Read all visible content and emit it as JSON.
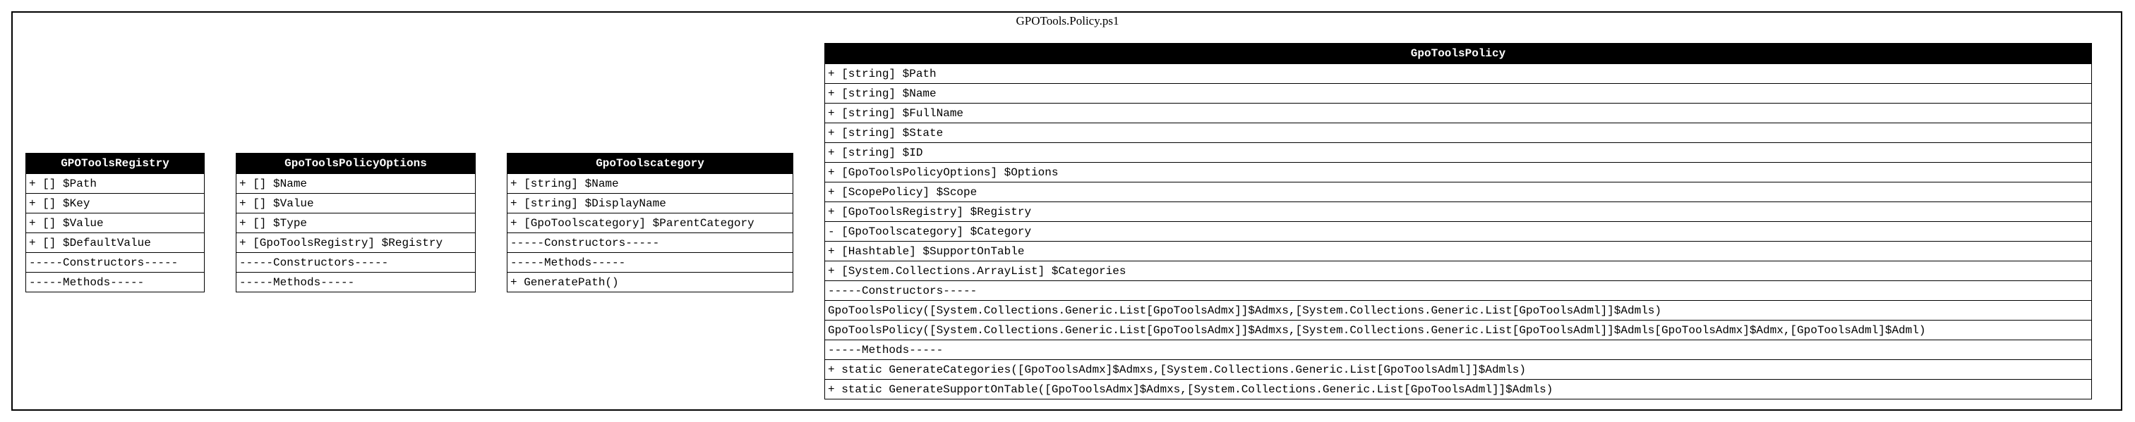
{
  "diagram": {
    "title": "GPOTools.Policy.ps1",
    "classes": [
      {
        "name": "GPOToolsRegistry",
        "rows": [
          "+ [] $Path",
          "+ [] $Key",
          "+ [] $Value",
          "+ [] $DefaultValue",
          "-----Constructors-----",
          "-----Methods-----"
        ]
      },
      {
        "name": "GpoToolsPolicyOptions",
        "rows": [
          "+ [] $Name",
          "+ [] $Value",
          "+ [] $Type",
          "+ [GpoToolsRegistry] $Registry",
          "-----Constructors-----",
          "-----Methods-----"
        ]
      },
      {
        "name": "GpoToolscategory",
        "rows": [
          "+ [string] $Name",
          "+ [string] $DisplayName",
          "+ [GpoToolscategory] $ParentCategory",
          "-----Constructors-----",
          "-----Methods-----",
          "+ GeneratePath()"
        ]
      },
      {
        "name": "GpoToolsPolicy",
        "rows": [
          "+ [string] $Path",
          "+ [string] $Name",
          "+ [string] $FullName",
          "+ [string] $State",
          "+ [string] $ID",
          "+ [GpoToolsPolicyOptions] $Options",
          "+ [ScopePolicy] $Scope",
          "+ [GpoToolsRegistry] $Registry",
          "- [GpoToolscategory] $Category",
          "+ [Hashtable] $SupportOnTable",
          "+ [System.Collections.ArrayList] $Categories",
          "-----Constructors-----",
          "GpoToolsPolicy([System.Collections.Generic.List[GpoToolsAdmx]]$Admxs,[System.Collections.Generic.List[GpoToolsAdml]]$Admls)",
          "GpoToolsPolicy([System.Collections.Generic.List[GpoToolsAdmx]]$Admxs,[System.Collections.Generic.List[GpoToolsAdml]]$Admls[GpoToolsAdmx]$Admx,[GpoToolsAdml]$Adml)",
          "-----Methods-----",
          "+ static GenerateCategories([GpoToolsAdmx]$Admxs,[System.Collections.Generic.List[GpoToolsAdml]]$Admls)",
          "+ static GenerateSupportOnTable([GpoToolsAdmx]$Admxs,[System.Collections.Generic.List[GpoToolsAdml]]$Admls)"
        ]
      }
    ]
  }
}
